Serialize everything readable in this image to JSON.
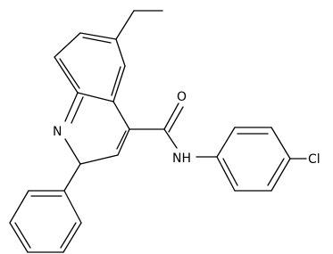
{
  "structure": {
    "atoms": {
      "nitrogen_ring": "N",
      "oxygen": "O",
      "amide_nh": "NH",
      "chlorine": "Cl"
    },
    "colors": {
      "bond": "#000000",
      "label": "#000000",
      "background": "#ffffff"
    }
  }
}
